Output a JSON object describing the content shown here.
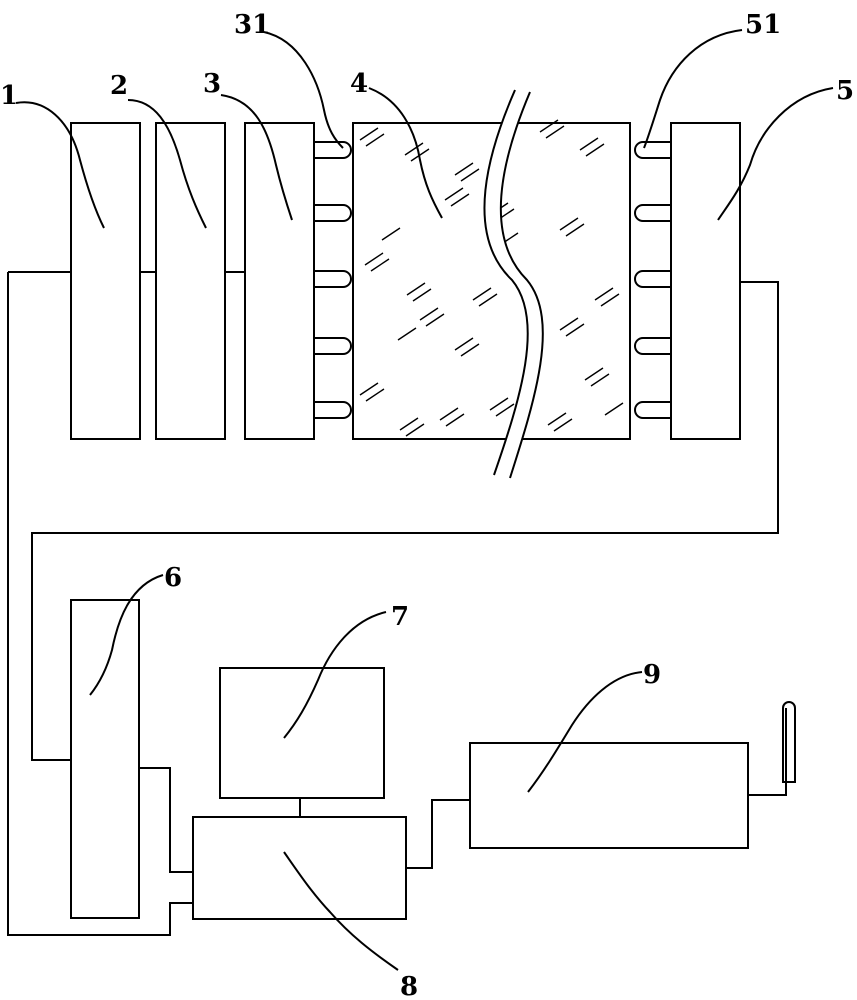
{
  "labels": {
    "component_1": "1",
    "component_2": "2",
    "component_3": "3",
    "electrodes_31": "31",
    "sample_4": "4",
    "component_5": "5",
    "electrodes_51": "51",
    "component_6": "6",
    "monitor_7": "7",
    "computer_8": "8",
    "component_9": "9"
  },
  "colors": {
    "stroke": "#000000",
    "background": "#ffffff"
  }
}
